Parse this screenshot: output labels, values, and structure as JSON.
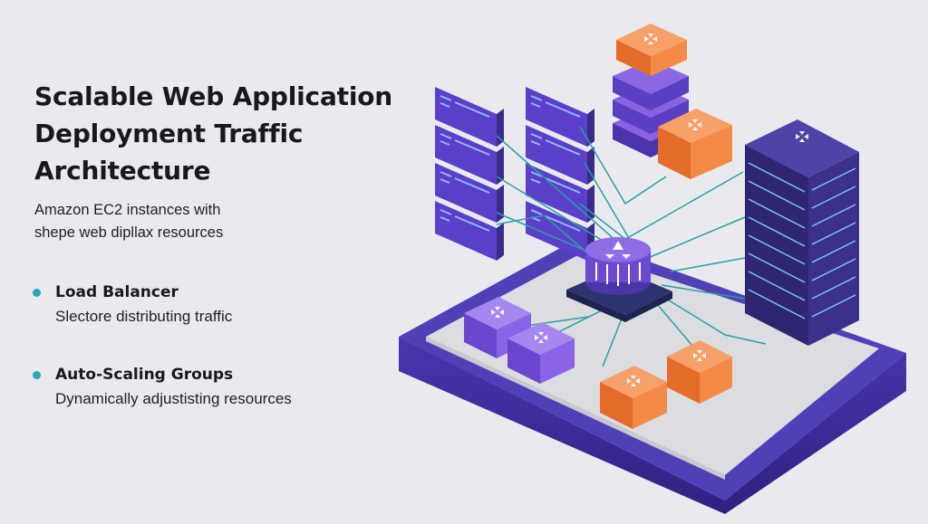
{
  "title_lines": [
    "Scalable Web Application",
    "Deployment Traffic",
    "Architecture"
  ],
  "subtitle_lines": [
    "Amazon EC2 instances with",
    "shepe web dipllax resources"
  ],
  "features": [
    {
      "title": "Load Balancer",
      "description": "Slectore distributing traffic"
    },
    {
      "title": "Auto-Scaling Groups",
      "description": "Dynamically adjustisting  resources"
    }
  ],
  "icons": [
    "arrows-expand-icon",
    "load-balancer-icon",
    "server-rack-icon"
  ],
  "colors": {
    "background": "#e9eaee",
    "purple": "#7a52d6",
    "purple_dark": "#3d2b8f",
    "navy": "#3a2f7a",
    "orange": "#f07f3c",
    "teal": "#2a9fa5",
    "platform_top": "#dcdde1",
    "platform_side": "#3c2c9a"
  }
}
